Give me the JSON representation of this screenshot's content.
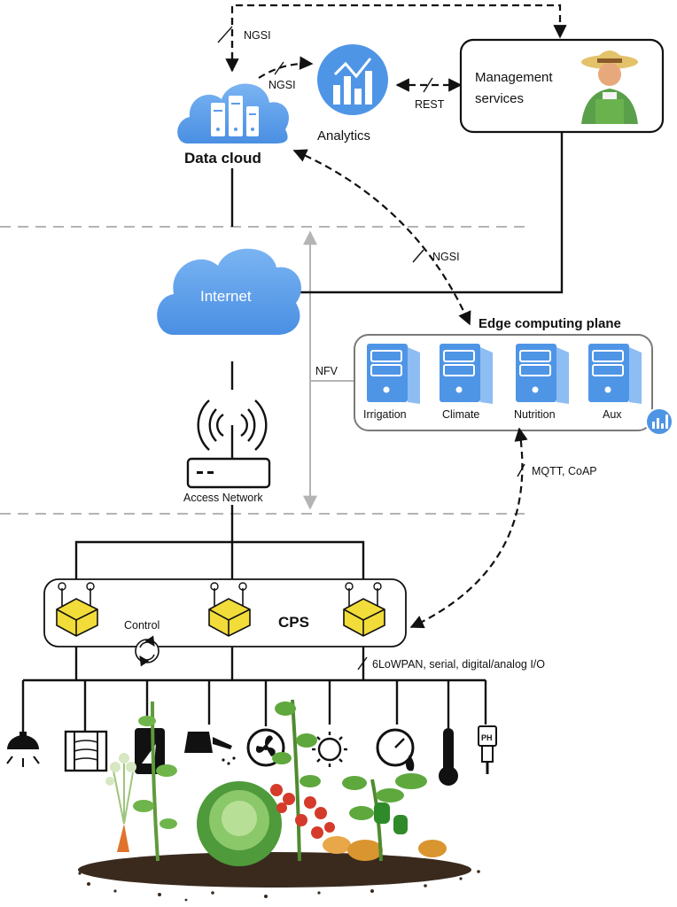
{
  "nodes": {
    "data_cloud": "Data cloud",
    "analytics": "Analytics",
    "management": [
      "Management",
      "services"
    ],
    "internet": "Internet",
    "edge_plane": "Edge computing plane",
    "access_network": "Access Network",
    "cps": "CPS",
    "control": "Control",
    "nfv": "NFV"
  },
  "edge_services": [
    "Irrigation",
    "Climate",
    "Nutrition",
    "Aux"
  ],
  "protocols": {
    "ngsi_top": "NGSI",
    "ngsi_analytics": "NGSI",
    "rest": "REST",
    "ngsi_edge": "NGSI",
    "mqtt_coap": "MQTT, CoAP",
    "field_bus": "6LoWPAN, serial, digital/analog I/O"
  },
  "field_devices": [
    "lamp-icon",
    "shading-screen-icon",
    "fertilizer-bag-icon",
    "watering-can-icon",
    "fan-icon",
    "sun-sensor-icon",
    "pressure-gauge-icon",
    "thermometer-icon",
    "ph-sensor-icon"
  ],
  "colors": {
    "cloud_blue": "#5b9ce8",
    "edge_border": "#7a7a7a",
    "server_blue": "#4f95e6",
    "cps_gateway": "#f2dc3a",
    "separator_grey": "#a9a9a9"
  }
}
